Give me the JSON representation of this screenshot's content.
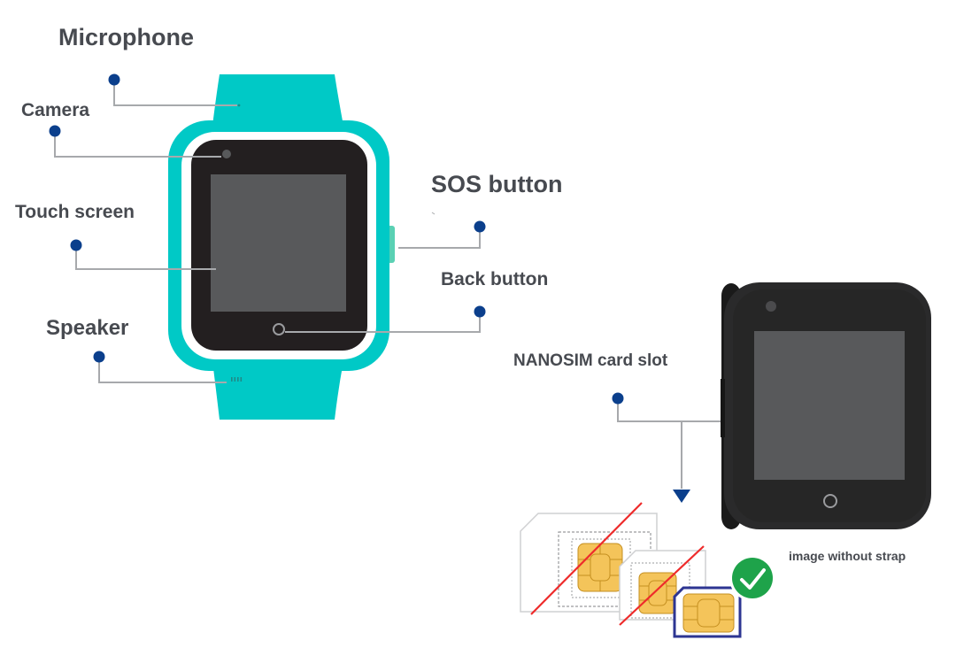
{
  "labels": {
    "microphone": "Microphone",
    "camera": "Camera",
    "touch_screen": "Touch screen",
    "speaker": "Speaker",
    "sos_button": "SOS button",
    "back_button": "Back button",
    "nanosim_slot": "NANOSIM card slot",
    "image_without_strap": "image without strap"
  },
  "colors": {
    "strap": "#00c9c6",
    "bezel": "#231f20",
    "screen": "#58595b",
    "leader": "#a7a9ac",
    "dot": "#0b3f8c",
    "label_text": "#474a50",
    "sim_chip": "#f4c45a",
    "cross": "#ee2b2b",
    "check": "#1ea34a",
    "nano_border": "#2d3592"
  },
  "icons": {
    "check": "check-mark-icon",
    "arrow": "arrow-down-icon"
  }
}
